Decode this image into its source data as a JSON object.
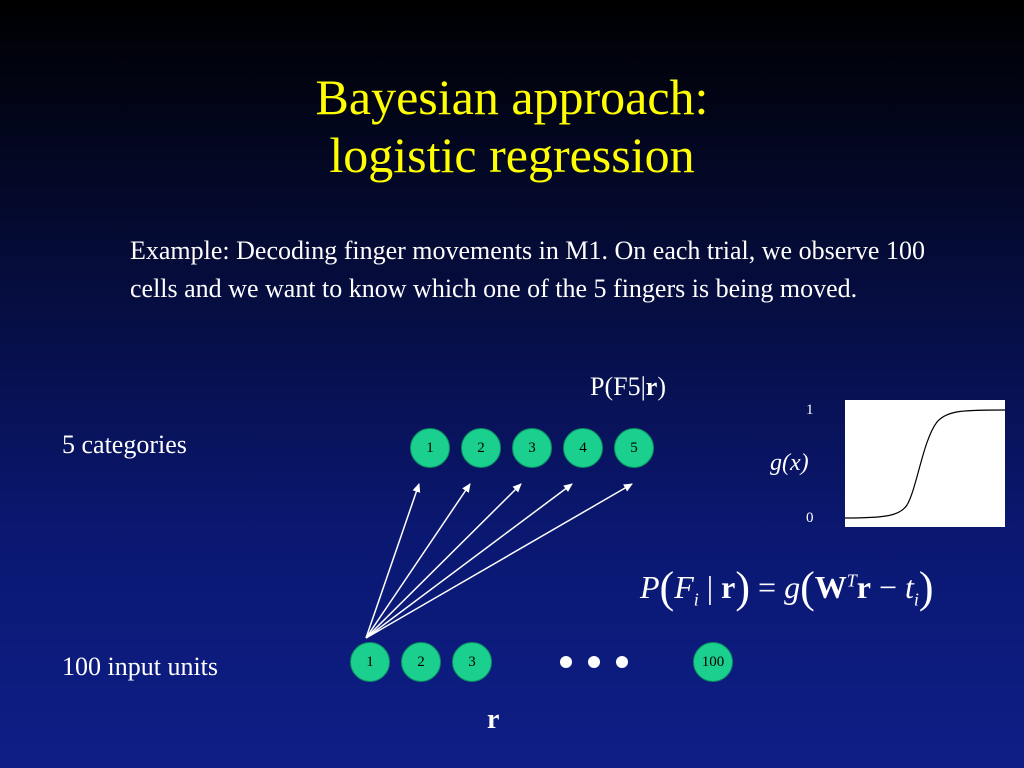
{
  "slide": {
    "title_line1": "Bayesian approach:",
    "title_line2": "logistic regression",
    "example_text": "Example: Decoding finger movements in M1. On each trial, we observe 100 cells and we want to know which one of the 5 fingers is being moved."
  },
  "diagram": {
    "output_label": "5 categories",
    "input_label": "100 input units",
    "output_top_label_prefix": "P(F5|",
    "output_top_label_bold": "r",
    "output_top_label_suffix": ")",
    "input_vector_label": "r",
    "output_nodes": [
      "1",
      "2",
      "3",
      "4",
      "5"
    ],
    "input_nodes": [
      "1",
      "2",
      "3"
    ],
    "last_input_node": "100"
  },
  "sigmoid_plot": {
    "y_top_tick": "1",
    "y_bottom_tick": "0",
    "function_label": "g(x)"
  },
  "formula": {
    "P": "P",
    "F": "F",
    "i1": "i",
    "bar": "|",
    "r1": "r",
    "eq": "=",
    "g": "g",
    "W": "W",
    "T": "T",
    "r2": "r",
    "minus": "−",
    "t": "t",
    "i2": "i"
  },
  "colors": {
    "title": "#ffff00",
    "node_fill": "#1bcf8f",
    "text": "#ffffff"
  }
}
